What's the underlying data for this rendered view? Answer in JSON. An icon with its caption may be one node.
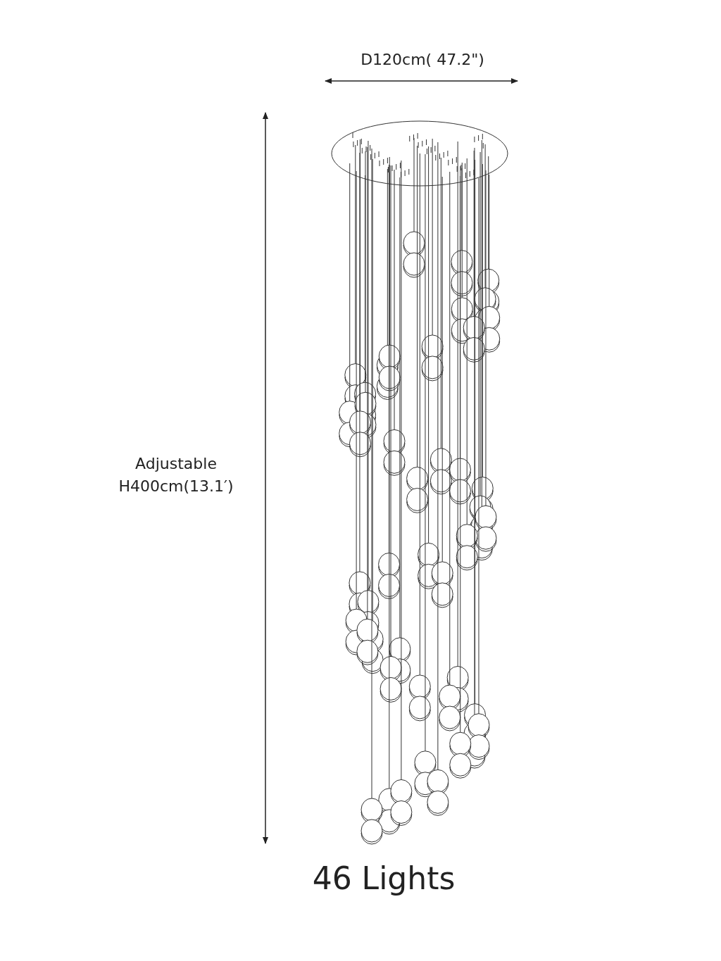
{
  "diagram": {
    "labels": [
      "D120cm( 47.2\")",
      "Adjustable H400cm(13.1′)",
      "46 Lights"
    ]
  }
}
